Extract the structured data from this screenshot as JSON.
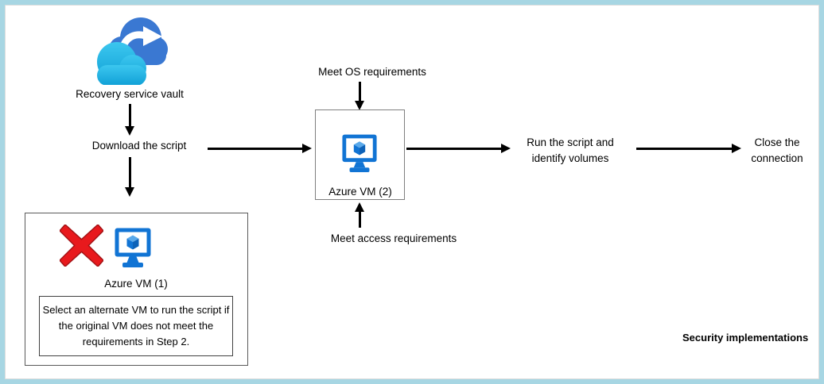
{
  "diagram": {
    "nodes": {
      "recovery_vault": {
        "label": "Recovery service vault",
        "icon": "recovery-vault-cloud-icon"
      },
      "download": {
        "label": "Download the script"
      },
      "meet_os": {
        "label": "Meet OS requirements"
      },
      "meet_access": {
        "label": "Meet access requirements"
      },
      "azure_vm_2": {
        "label": "Azure VM (2)",
        "icon": "azure-vm-icon"
      },
      "azure_vm_1": {
        "label": "Azure VM (1)",
        "icon": "azure-vm-icon",
        "status_icon": "error-x-icon",
        "note": "Select an alternate VM to run the script if the original VM does not meet the requirements in Step 2."
      },
      "run_script": {
        "label": "Run the script and identify volumes"
      },
      "close_connection": {
        "label": "Close the connection"
      }
    },
    "caption": "Security implementations",
    "colors": {
      "frame_border": "#a7d6e3",
      "cloud_back_blue": "#3a78d2",
      "cloud_front_cyan_top": "#3cc7ef",
      "cloud_front_cyan_bottom": "#10a0d6",
      "azure_vm_blue": "#1174d4",
      "vm_cube_light": "#5aa9ea",
      "vm_cube_dark": "#0d62b8",
      "error_red": "#e8191d",
      "arrow_black": "#000000"
    }
  }
}
